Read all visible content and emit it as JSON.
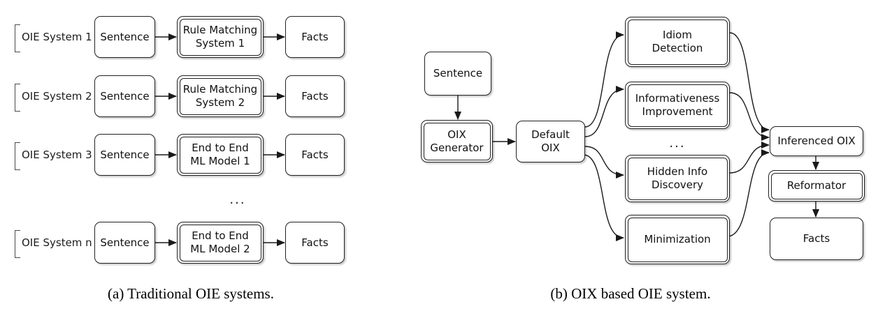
{
  "panel_a": {
    "caption": "(a) Traditional OIE systems.",
    "ellipsis": "...",
    "rows": [
      {
        "label": "OIE System 1",
        "input": "Sentence",
        "system": "Rule Matching\nSystem 1",
        "output": "Facts"
      },
      {
        "label": "OIE System 2",
        "input": "Sentence",
        "system": "Rule Matching\nSystem 2",
        "output": "Facts"
      },
      {
        "label": "OIE System 3",
        "input": "Sentence",
        "system": "End to End\nML Model 1",
        "output": "Facts"
      },
      {
        "label": "OIE System n",
        "input": "Sentence",
        "system": "End to End\nML Model 2",
        "output": "Facts"
      }
    ]
  },
  "panel_b": {
    "caption": "(b) OIX based OIE system.",
    "ellipsis": "...",
    "nodes": {
      "sentence": "Sentence",
      "oix_generator": "OIX\nGenerator",
      "default_oix": "Default\nOIX",
      "idiom_detection": "Idiom\nDetection",
      "informativeness_improvement": "Informativeness\nImprovement",
      "hidden_info_discovery": "Hidden Info\nDiscovery",
      "minimization": "Minimization",
      "inferenced_oix": "Inferenced OIX",
      "reformator": "Reformator",
      "facts": "Facts"
    }
  },
  "colors": {
    "stroke": "#1a1a1a",
    "box_fill": "#ffffff"
  }
}
